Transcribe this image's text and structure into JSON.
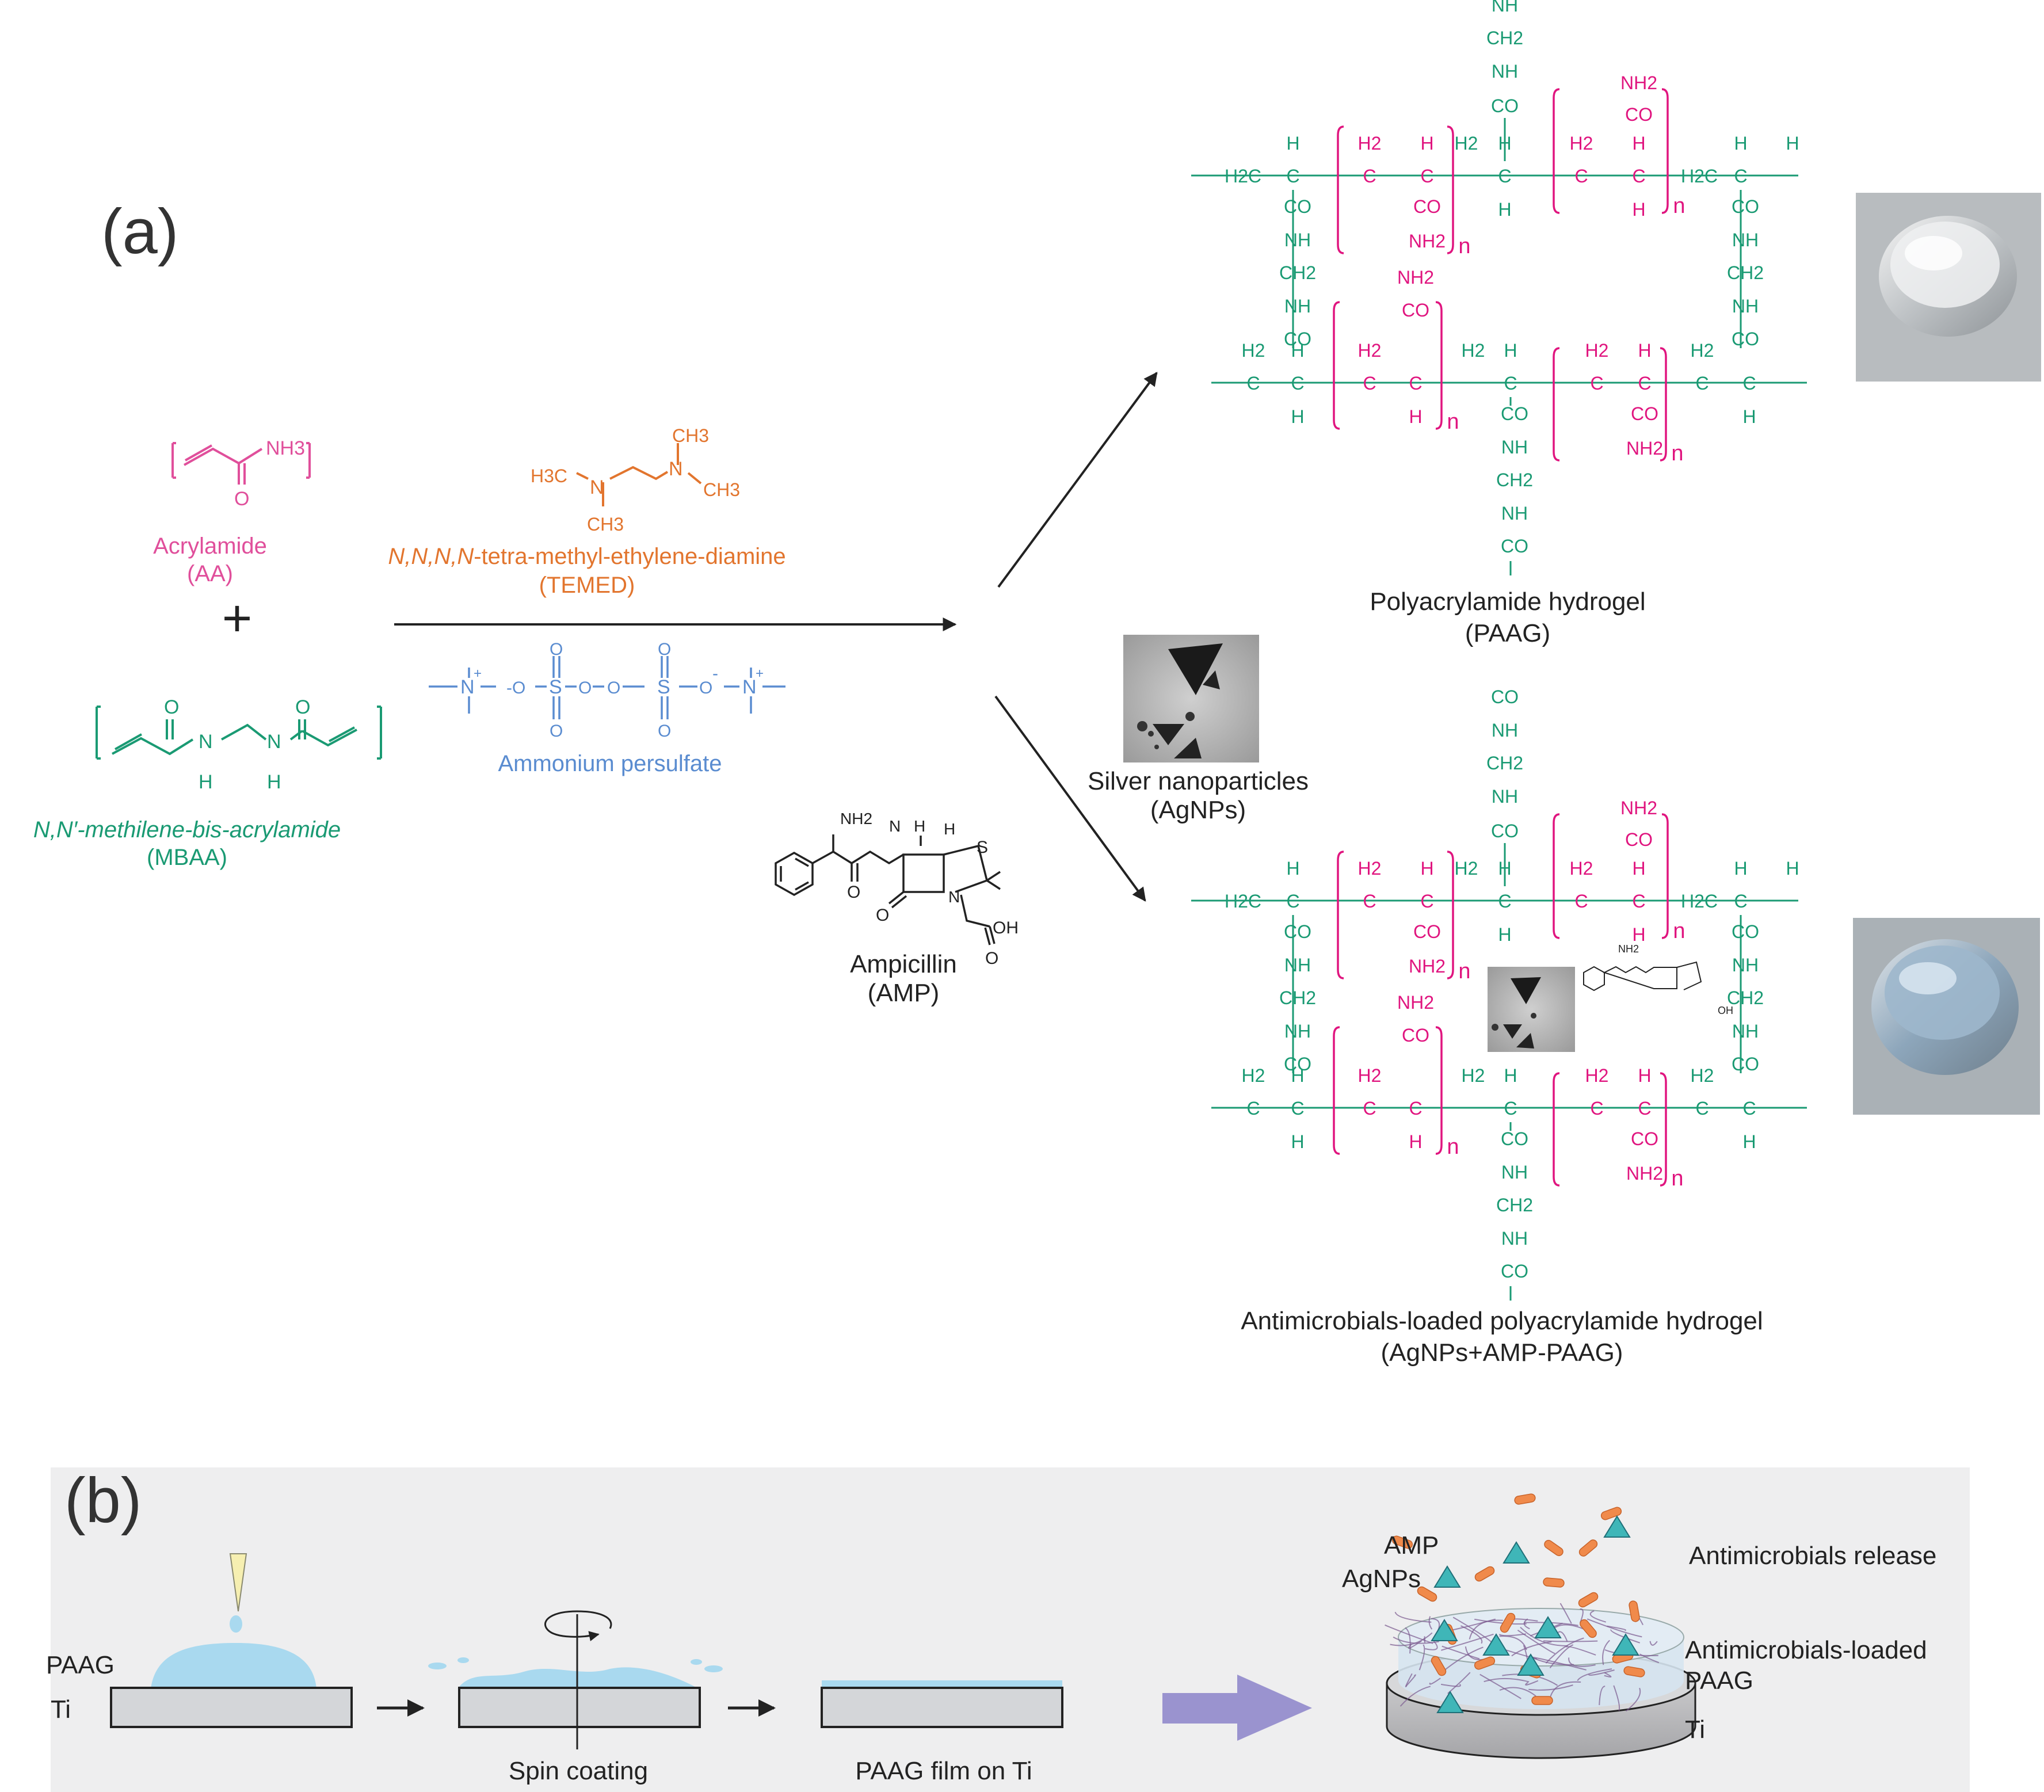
{
  "panel_a": {
    "label": "(a)",
    "acrylamide": {
      "group": "NH3",
      "oxygen": "O",
      "name": "Acrylamide",
      "abbr": "(AA)"
    },
    "plus": "+",
    "mbaa": {
      "o": "O",
      "n": "N",
      "h": "H",
      "name": "N,N′-methilene-bis-acrylamide",
      "abbr": "(MBAA)"
    },
    "temed": {
      "ch3": "CH3",
      "h3c": "H3C",
      "n": "N",
      "name_italic": "N,N,N,N",
      "name_rest": "-tetra-methyl-ethylene-diamine",
      "abbr": "(TEMED)"
    },
    "aps": {
      "name": "Ammonium persulfate",
      "n": "N",
      "plus": "+",
      "s": "S",
      "o": "O",
      "ominus": "-O",
      "minus": "-"
    },
    "silver": {
      "name": "Silver nanoparticles",
      "abbr": "(AgNPs)"
    },
    "ampicillin": {
      "name": "Ampicillin",
      "abbr": "(AMP)",
      "nh2": "NH2",
      "nh": "N",
      "h": "H",
      "s": "S",
      "n": "N",
      "o": "O",
      "oh": "OH"
    },
    "paag": {
      "name": "Polyacrylamide hydrogel",
      "abbr": "(PAAG)"
    },
    "loaded": {
      "name": "Antimicrobials-loaded polyacrylamide hydrogel",
      "abbr": "(AgNPs+AMP-PAAG)"
    },
    "network": {
      "h": "H",
      "h2": "H2",
      "c": "C",
      "co": "CO",
      "nh": "NH",
      "ch2": "CH2",
      "nh2": "NH2",
      "h2c": "H2C",
      "n": "n"
    }
  },
  "panel_b": {
    "label": "(b)",
    "paag": "PAAG",
    "ti": "Ti",
    "spin_coating": "Spin coating",
    "film": "PAAG film on Ti",
    "amp": "AMP",
    "agnps": "AgNPs",
    "release": "Antimicrobials release",
    "loaded_line1": "Antimicrobials-loaded",
    "loaded_line2": "PAAG",
    "ti2": "Ti"
  },
  "colors": {
    "green": "#1a9a73",
    "magenta": "#e0157f",
    "pink": "#e04f9b",
    "orange": "#e2752e",
    "blue": "#5a8cd0",
    "panel_b_bg": "#eeeeef",
    "liquid": "#a9d9ef",
    "arrow_purple": "#9a93cf"
  }
}
